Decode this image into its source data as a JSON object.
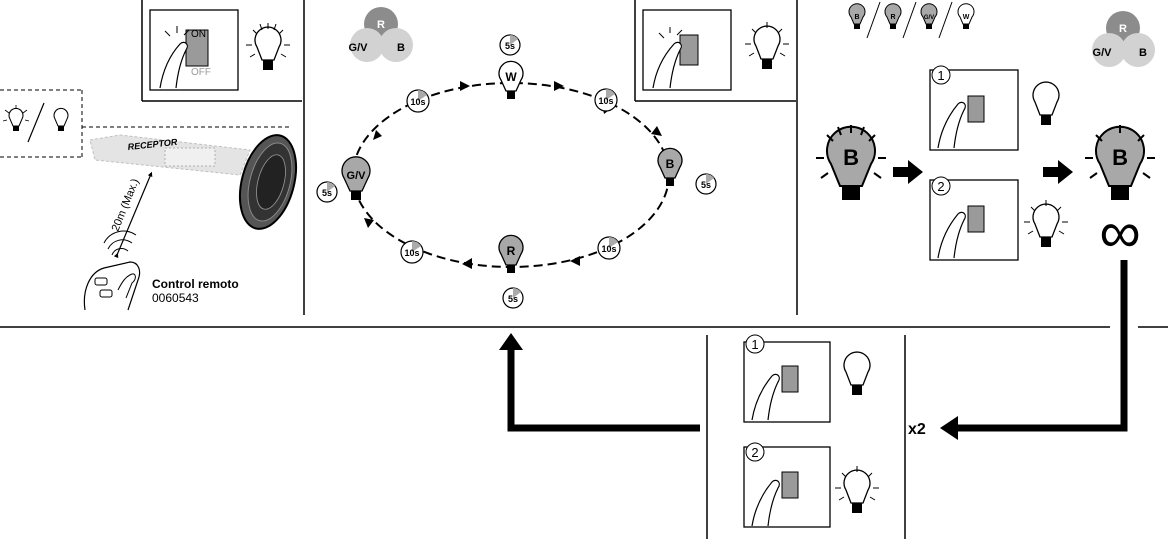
{
  "switch_on_label": "ON",
  "switch_off_label": "OFF",
  "receptor_label": "RECEPTOR",
  "range_label": "20m (Max.)",
  "remote": {
    "title": "Control remoto",
    "code": "0060543"
  },
  "venn_labels": {
    "top": "R",
    "left": "G/V",
    "right": "B"
  },
  "cycle": {
    "colors": {
      "top": "W",
      "right": "B",
      "bottom": "R",
      "left": "G/V"
    },
    "hold_time": "5s",
    "transition_time": "10s"
  },
  "mini_bulbs": [
    "B",
    "R",
    "G/V",
    "W"
  ],
  "selected_color": "B",
  "step_numbers": [
    "1",
    "2"
  ],
  "repeat_label": "x2",
  "symbols": {
    "infinity": "∞"
  },
  "icons": [
    "light-bulb-icon",
    "switch-icon",
    "finger-press-icon",
    "timer-icon",
    "arrow-icon",
    "remote-icon",
    "receptor-icon",
    "infinity-icon"
  ],
  "colors": {
    "venn_light": "#d2d2d2",
    "venn_dark": "#8c8c8c",
    "bulb_gray": "#a8a8a8",
    "line": "#000000"
  }
}
